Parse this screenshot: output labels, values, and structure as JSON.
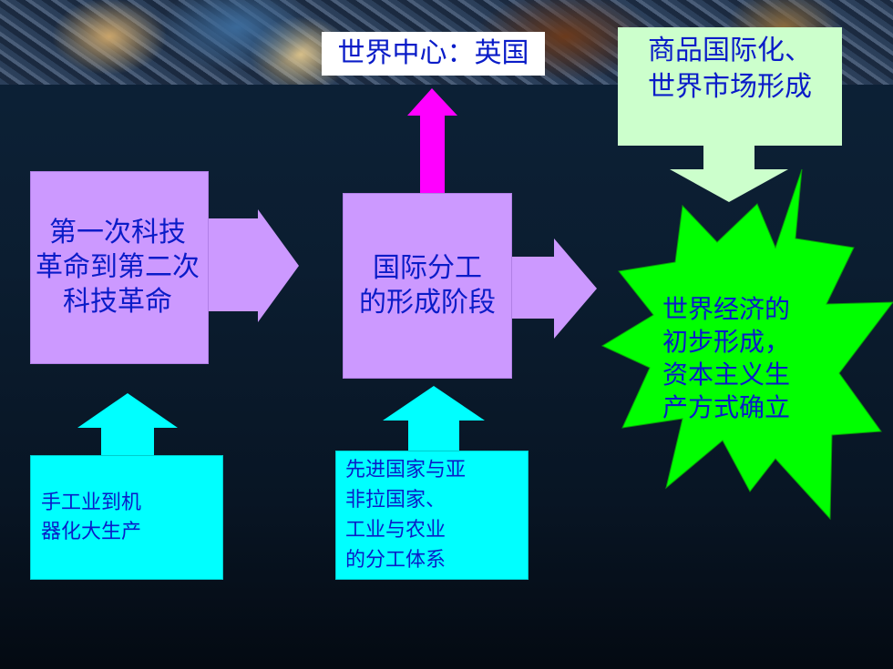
{
  "title_box": "世界中心：英国",
  "top_right_box": "商品国际化、\n世界市场形成",
  "box_revolution": "第一次科技\n革命到第二次\n科技革命",
  "box_division": "国际分工\n的形成阶段",
  "box_handicraft": "手工业到机\n器化大生产",
  "box_system": "先进国家与亚\n非拉国家、\n工业与农业\n的分工体系",
  "star_result": "世界经济的\n初步形成，\n资本主义生\n产方式确立",
  "colors": {
    "violet": "#cc99ff",
    "cyan": "#00ffff",
    "magenta": "#ff00ff",
    "green": "#00ff00",
    "pale_green": "#ccffcc",
    "text_blue": "#0a1cc8"
  }
}
